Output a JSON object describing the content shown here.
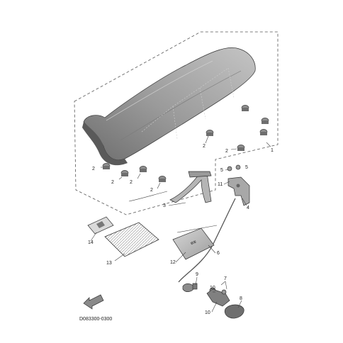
{
  "diagram": {
    "code": "D083300-0300",
    "callouts": {
      "c1": "1",
      "c2": "2",
      "c3": "3",
      "c4": "4",
      "c5": "5",
      "c6": "6",
      "c7": "7",
      "c8": "8",
      "c9": "9",
      "c10": "10",
      "c11": "11",
      "c12": "12",
      "c13": "13",
      "c14": "14"
    }
  }
}
